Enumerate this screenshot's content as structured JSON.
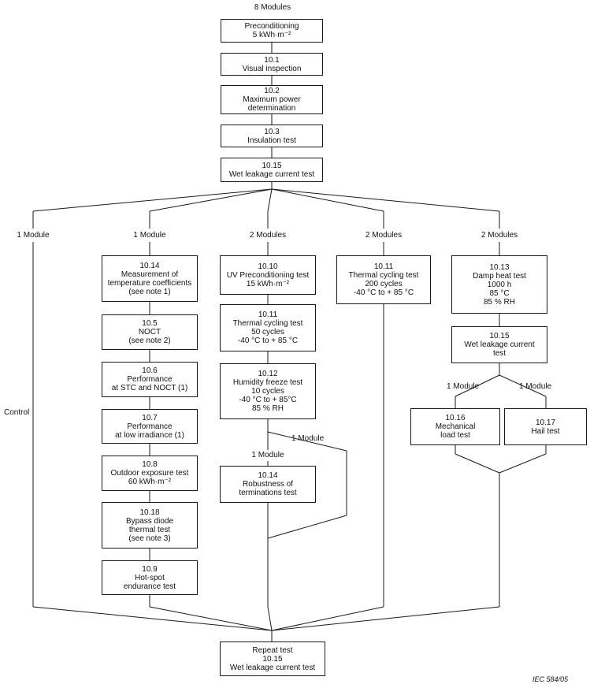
{
  "top_label": "8 Modules",
  "common_sequence": [
    {
      "id": "preconditioning",
      "lines": [
        "Preconditioning",
        "5 kWh·m⁻²"
      ]
    },
    {
      "id": "visual-inspection",
      "lines": [
        "10.1",
        "Visual inspection"
      ]
    },
    {
      "id": "max-power",
      "lines": [
        "10.2",
        "Maximum power",
        "determination"
      ]
    },
    {
      "id": "insulation",
      "lines": [
        "10.3",
        "Insulation test"
      ]
    },
    {
      "id": "wet-leakage",
      "lines": [
        "10.15",
        "Wet leakage current test"
      ]
    }
  ],
  "branch_labels": [
    "1 Module",
    "1 Module",
    "2 Modules",
    "2 Modules",
    "2 Modules"
  ],
  "control_label": "Control",
  "sequence_b": [
    {
      "id": "temp-coefficients",
      "lines": [
        "10.14",
        "Measurement of",
        "temperature coefficients",
        "(see note 1)"
      ]
    },
    {
      "id": "noct",
      "lines": [
        "10.5",
        "NOCT",
        "(see note 2)"
      ]
    },
    {
      "id": "performance-stc",
      "lines": [
        "10.6",
        "Performance",
        "at STC and NOCT (1)"
      ]
    },
    {
      "id": "performance-low",
      "lines": [
        "10.7",
        "Performance",
        "at low irradiance (1)"
      ]
    },
    {
      "id": "outdoor-exposure",
      "lines": [
        "10.8",
        "Outdoor exposure test",
        "60 kWh·m⁻²"
      ]
    },
    {
      "id": "bypass-diode",
      "lines": [
        "10.18",
        "Bypass diode",
        "thermal test",
        "(see note 3)"
      ]
    },
    {
      "id": "hot-spot",
      "lines": [
        "10.9",
        "Hot-spot",
        "endurance test"
      ]
    }
  ],
  "sequence_c": [
    {
      "id": "uv-preconditioning",
      "lines": [
        "10.10",
        "UV Preconditioning test",
        "15 kWh·m⁻²"
      ]
    },
    {
      "id": "thermal-cycling-50",
      "lines": [
        "10.11",
        "Thermal cycling test",
        "50 cycles",
        "-40 °C to + 85 °C"
      ]
    },
    {
      "id": "humidity-freeze",
      "lines": [
        "10.12",
        "Humidity freeze test",
        "10 cycles",
        "-40 °C to + 85°C",
        "85 % RH"
      ]
    },
    {
      "id": "robustness",
      "lines": [
        "10.14",
        "Robustness of",
        "terminations test"
      ]
    }
  ],
  "sequence_c_labels": [
    "1 Module",
    "1 Module"
  ],
  "sequence_d": [
    {
      "id": "thermal-cycling-200",
      "lines": [
        "10.11",
        "Thermal cycling test",
        "200 cycles",
        "-40 °C to + 85 °C"
      ]
    }
  ],
  "sequence_e": [
    {
      "id": "damp-heat",
      "lines": [
        "10.13",
        "Damp heat test",
        "1000 h",
        "85 °C",
        "85 % RH"
      ]
    },
    {
      "id": "wet-leakage-e",
      "lines": [
        "10.15",
        "Wet leakage current",
        "test"
      ]
    },
    {
      "id": "mechanical-load",
      "lines": [
        "10.16",
        "Mechanical",
        "load test"
      ]
    },
    {
      "id": "hail",
      "lines": [
        "10.17",
        "Hail test"
      ]
    }
  ],
  "sequence_e_labels": [
    "1 Module",
    "1 Module"
  ],
  "final": {
    "id": "final-repeat",
    "lines": [
      "Repeat test",
      "10.15",
      "Wet leakage current test"
    ]
  },
  "credit": "IEC   584/05"
}
